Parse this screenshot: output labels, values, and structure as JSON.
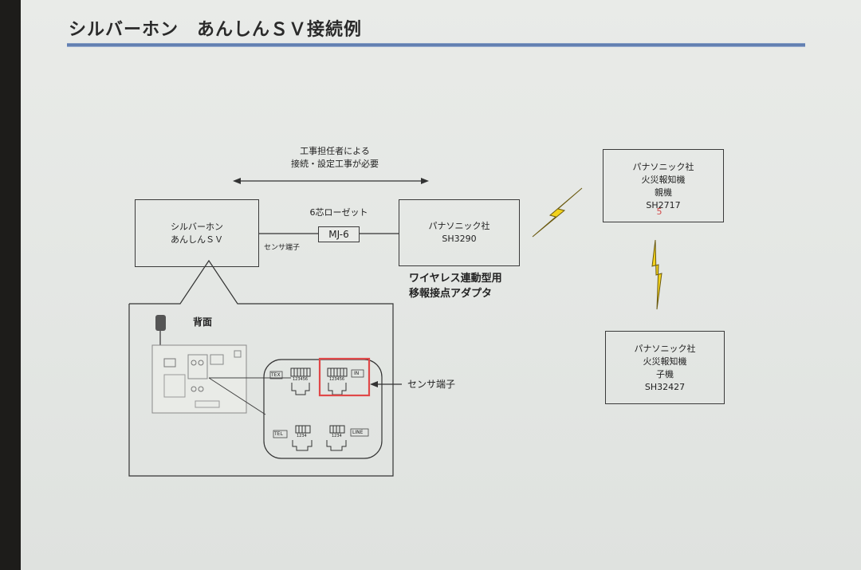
{
  "title": "シルバーホン　あんしんＳＶ接続例",
  "note": {
    "line1": "工事担任者による",
    "line2": "接続・設定工事が必要"
  },
  "phone": {
    "line1": "シルバーホン",
    "line2": "あんしんＳＶ"
  },
  "connector": {
    "caption": "6芯ローゼット",
    "label": "MJ-6"
  },
  "sensor_label_small": "センサ端子",
  "adapter_box": {
    "line1": "パナソニック社",
    "line2": "SH3290"
  },
  "adapter_desc": {
    "line1": "ワイヤレス連動型用",
    "line2": "移報接点アダプタ"
  },
  "master": {
    "line1": "パナソニック社",
    "line2": "火災報知機",
    "line3": "親機",
    "line4": "SH2717",
    "handwritten": "5"
  },
  "slave": {
    "line1": "パナソニック社",
    "line2": "火災報知機",
    "line3": "子機",
    "line4": "SH32427"
  },
  "back_label": "背面",
  "sensor_label_big": "センサ端子",
  "jacks": {
    "top_left": "TEX",
    "top_mid_a": "123456",
    "top_mid_b": "123456",
    "top_right": "IN",
    "bottom_left": "TEL",
    "bottom_mid_a": "1234",
    "bottom_mid_b": "1234",
    "bottom_right": "LINE"
  },
  "colors": {
    "accent_rule": "#4f6fa6",
    "highlight": "#e04848",
    "lightning": "#f2d21c"
  }
}
